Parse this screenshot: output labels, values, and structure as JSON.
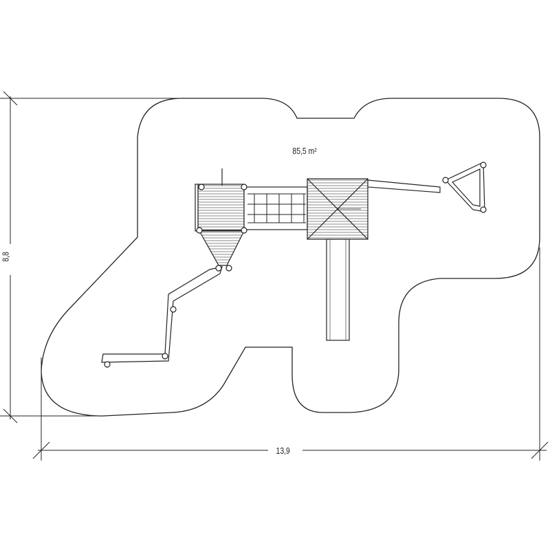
{
  "drawing": {
    "area_label": "85,5 m²",
    "width_label": "13,9",
    "height_label": "8,8",
    "line_color": "#222222"
  }
}
